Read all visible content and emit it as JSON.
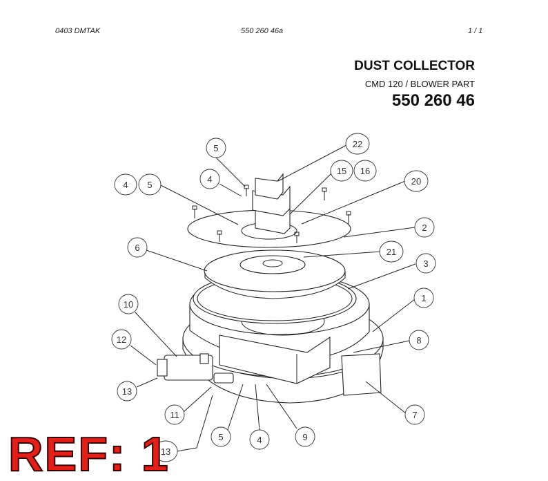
{
  "header": {
    "left": "0403   DMTAK",
    "center": "550 260 46a",
    "right": "1 /   1"
  },
  "title": {
    "main": "DUST COLLECTOR",
    "sub": "CMD 120 / BLOWER PART",
    "part_number": "550 260 46"
  },
  "ref_label": "REF: 1",
  "callouts": [
    {
      "label": "5"
    },
    {
      "label": "22"
    },
    {
      "label": "4"
    },
    {
      "label": "5"
    },
    {
      "label": "4"
    },
    {
      "label": "15"
    },
    {
      "label": "16"
    },
    {
      "label": "20"
    },
    {
      "label": "2"
    },
    {
      "label": "6"
    },
    {
      "label": "21"
    },
    {
      "label": "3"
    },
    {
      "label": "1"
    },
    {
      "label": "10"
    },
    {
      "label": "8"
    },
    {
      "label": "12"
    },
    {
      "label": "13"
    },
    {
      "label": "7"
    },
    {
      "label": "11"
    },
    {
      "label": "5"
    },
    {
      "label": "4"
    },
    {
      "label": "9"
    },
    {
      "label": "13"
    }
  ]
}
